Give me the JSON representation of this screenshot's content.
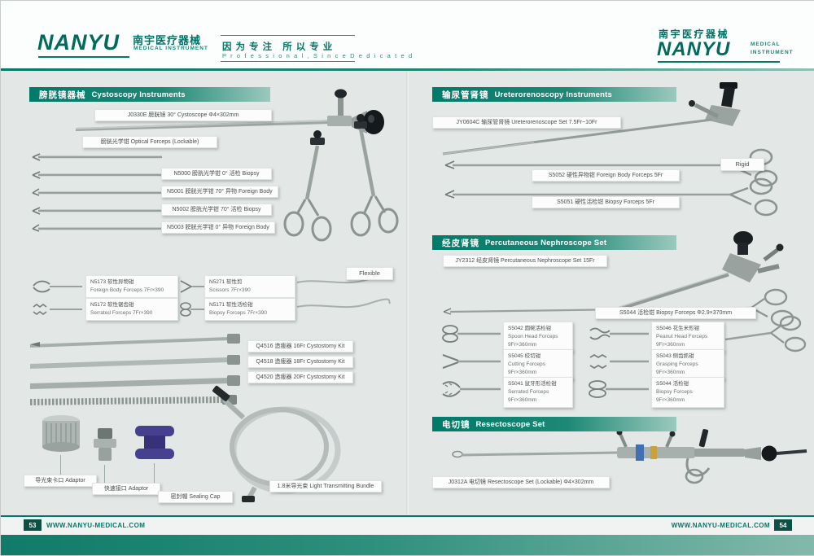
{
  "colors": {
    "accent": "#007a69",
    "page_bg": "#e3e7e5",
    "banner_dark": "#007a69",
    "footer_band": "#2d8f7c"
  },
  "header": {
    "brand": "NANYU",
    "brand_cn": "南宇医疗器械",
    "brand_sub": "MEDICAL  INSTRUMENT",
    "slogan_cn": "因为专注  所以专业",
    "slogan_en": "P r o f e s s i o n a l ,  S i n c e  D e d i c a t e d",
    "right_cn": "南宇医疗器械",
    "right_brand": "NANYU",
    "right_sub1": "MEDICAL",
    "right_sub2": "INSTRUMENT"
  },
  "cystoscopy": {
    "title_cn": "膀胱镜器械",
    "title_en": "Cystoscopy Instruments",
    "scope_label": "J0330E 膀胱镜 30°  Cystoscope  Φ4×302mm",
    "optical_label": "膀胱光学钳 Optical Forceps (Lockable)",
    "forceps": [
      "N5000 膀胱光学钳  0°  活检 Biopsy",
      "N5001 膀胱光学钳 70° 异物 Foreign Body",
      "N5002 膀胱光学钳 70° 活检 Biopsy",
      "N5003 膀胱光学钳  0°  异物 Foreign Body"
    ],
    "flexible_tag": "Flexible",
    "flex": [
      {
        "code": "N5173 软性异物钳",
        "desc": "Foreign Body Forceps 7Fr×390"
      },
      {
        "code": "N5271 软性剪",
        "desc": "Scissors 7Fr×390"
      },
      {
        "code": "N5172 软性锯齿钳",
        "desc": "Serrated Forceps 7Fr×390"
      },
      {
        "code": "N5171 软性活检钳",
        "desc": "Biopsy Forceps 7Fr×390"
      }
    ],
    "cystostomy": [
      "Q4516 造瘘器 16Fr Cystostomy Kit",
      "Q4518 造瘘器 18Fr Cystostomy Kit",
      "Q4520 造瘘器 20Fr Cystostomy Kit"
    ],
    "acc": [
      "导光束卡口 Adaptor",
      "快速接口 Adaptor",
      "密封帽 Sealing Cap",
      "1.8米导光束  Light Transmitting Bundle"
    ]
  },
  "uretero": {
    "title_cn": "输尿管肾镜",
    "title_en": "Ureterorenoscopy Instruments",
    "scope_label": "JY0604C 输尿管肾镜 Ureterorenoscope Set 7.5Fr~10Fr",
    "rigid_tag": "Rigid",
    "forceps": [
      "S5052 硬性异物钳 Foreign Body Forceps 5Fr",
      "S5051 硬性活检钳 Biopsy Forceps 5Fr"
    ]
  },
  "nephro": {
    "title_cn": "经皮肾镜",
    "title_en": "Percutaneous Nephroscope Set",
    "scope_label": "JY2312 经皮肾镜 Percutaneous Nephroscope Set 15Fr",
    "biopsy_label": "S5044 活检钳 Biopsy Forceps  Φ2.9×370mm",
    "grid": [
      {
        "code": "S5042 圆碗活检钳",
        "desc": "Spoon Head Forceps",
        "size": "9Fr×360mm"
      },
      {
        "code": "S5046 花生米形钳",
        "desc": "Peanut Head Forceps",
        "size": "9Fr×360mm"
      },
      {
        "code": "S5045 绞切钳",
        "desc": "Cutting Forceps",
        "size": "9Fr×360mm"
      },
      {
        "code": "S5043 侧齿抓钳",
        "desc": "Grasping Forceps",
        "size": "9Fr×360mm"
      },
      {
        "code": "S5041 鼠牙形活检钳",
        "desc": "Serrated Forceps",
        "size": "9Fr×360mm"
      },
      {
        "code": "S5044 活检钳",
        "desc": "Biopsy Forceps",
        "size": "9Fr×360mm"
      }
    ]
  },
  "resect": {
    "title_cn": "电切镜",
    "title_en": "Resectoscope Set",
    "scope_label": "J0312A 电切镜 Resectoscope Set (Lockable)  Φ4×302mm"
  },
  "footer": {
    "left_num": "53",
    "left_url": "WWW.NANYU-MEDICAL.COM",
    "right_url": "WWW.NANYU-MEDICAL.COM",
    "right_num": "54"
  }
}
